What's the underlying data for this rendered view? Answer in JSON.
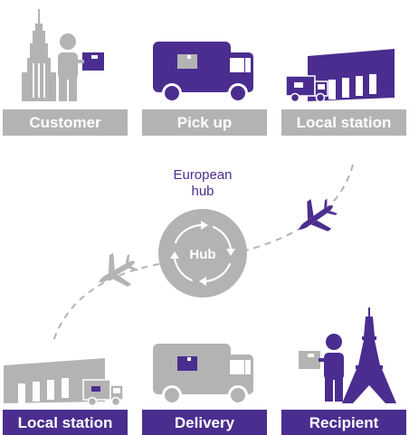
{
  "colors": {
    "brand_purple": "#4b2d8f",
    "neutral_gray": "#b3b3b4",
    "white": "#ffffff"
  },
  "top_row": [
    {
      "label": "Customer",
      "icon": "customer-with-skyscraper-icon"
    },
    {
      "label": "Pick up",
      "icon": "delivery-truck-icon"
    },
    {
      "label": "Local station",
      "icon": "warehouse-with-van-icon"
    }
  ],
  "hub": {
    "caption_line1": "European",
    "caption_line2": "hub",
    "center_label": "Hub",
    "icon": "circular-arrows-icon"
  },
  "flight": {
    "icon_inbound": "airplane-icon",
    "icon_outbound": "airplane-icon"
  },
  "bottom_row": [
    {
      "label": "Local station",
      "icon": "warehouse-with-van-icon"
    },
    {
      "label": "Delivery",
      "icon": "delivery-truck-icon"
    },
    {
      "label": "Recipient",
      "icon": "recipient-with-eiffel-tower-icon"
    }
  ]
}
